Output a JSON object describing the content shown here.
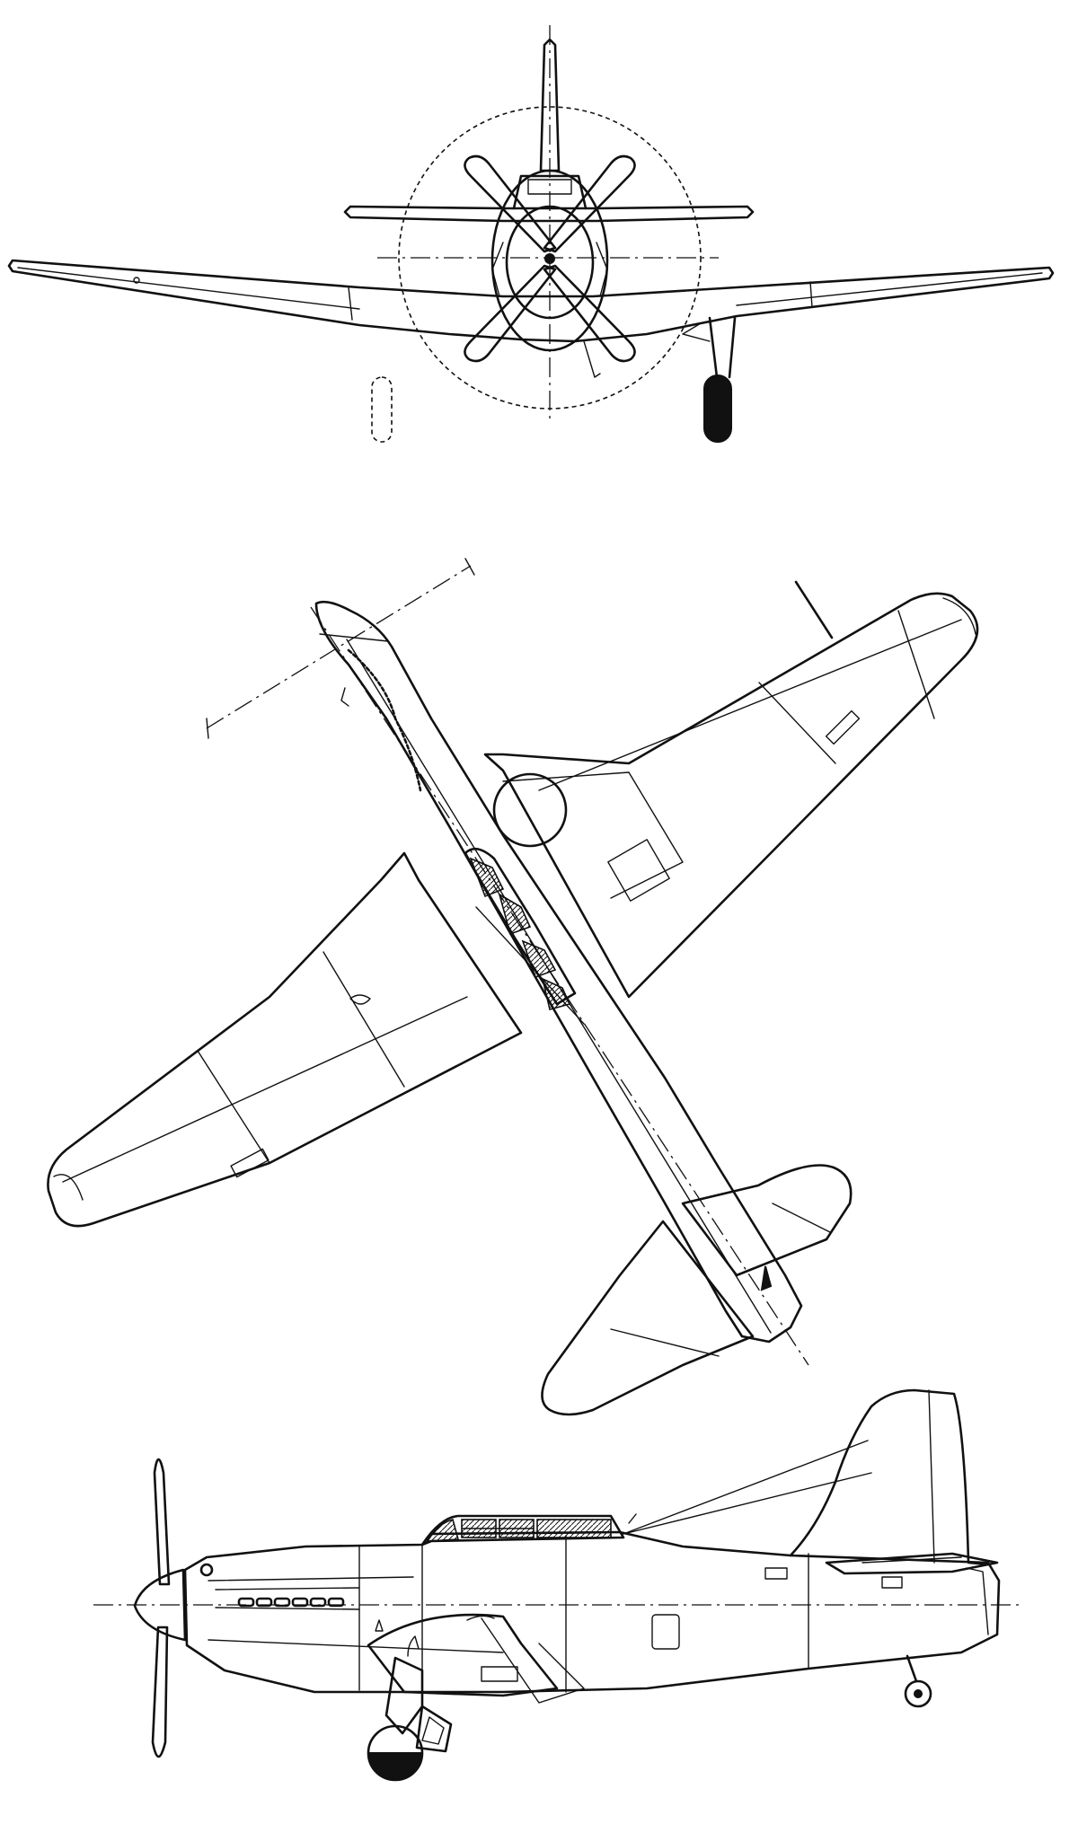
{
  "drawing": {
    "views": [
      "front-view",
      "top-view",
      "side-view"
    ]
  }
}
